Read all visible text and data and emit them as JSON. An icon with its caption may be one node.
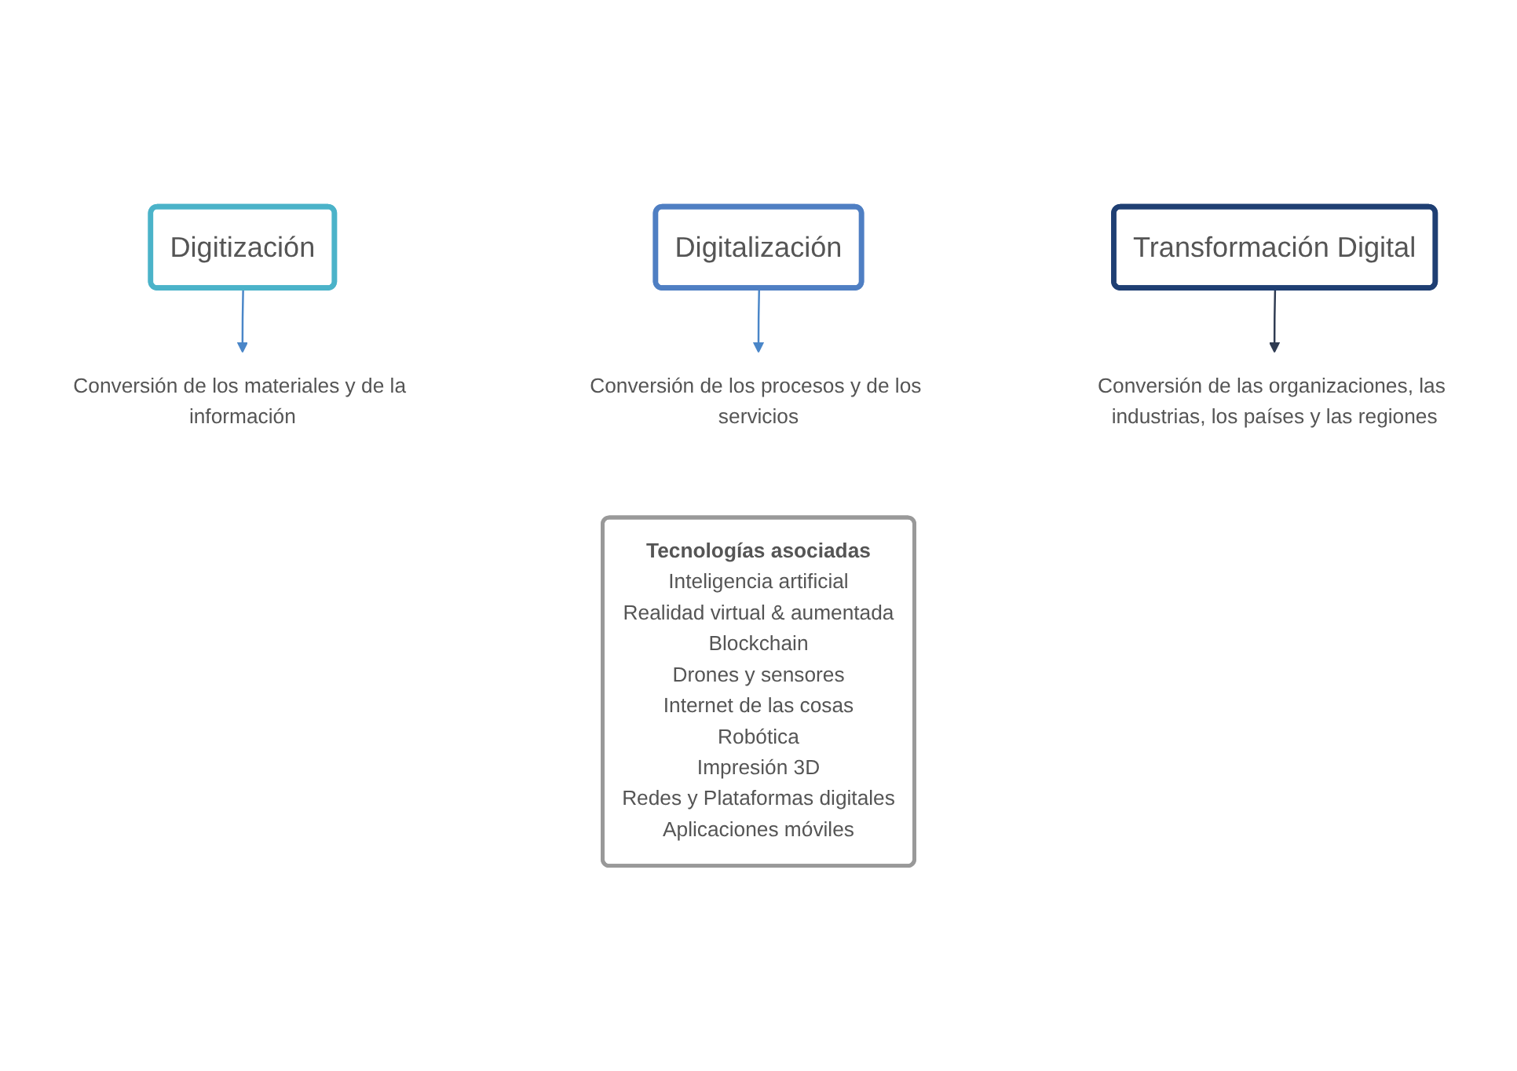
{
  "diagram": {
    "nodes": [
      {
        "text": [
          "Digitización"
        ]
      },
      {
        "text": [
          "Digitalización"
        ]
      },
      {
        "text": [
          "Transformación Digital"
        ]
      },
      {
        "text": [
          "Conversión de los materiales y de la información"
        ]
      },
      {
        "text": [
          "Conversión de los procesos y de los servicios"
        ]
      },
      {
        "text": [
          "Conversión de las organizaciones, las industrias, los países y las regiones"
        ]
      },
      {
        "text": [
          "Tecnologías asociadas",
          "Inteligencia artificial",
          "Realidad virtual & aumentada",
          "Blockchain",
          "Drones y sensores",
          "Internet de las cosas",
          "Robótica",
          "Impresión 3D",
          "Redes y Plataformas digitales",
          "Aplicaciones móviles"
        ]
      }
    ],
    "edges": [
      {
        "from": 0,
        "to": 3,
        "arrow": "to"
      },
      {
        "from": 1,
        "to": 4,
        "arrow": "to"
      },
      {
        "from": 2,
        "to": 5,
        "arrow": "to",
        "color": "#2f3b52"
      }
    ]
  }
}
